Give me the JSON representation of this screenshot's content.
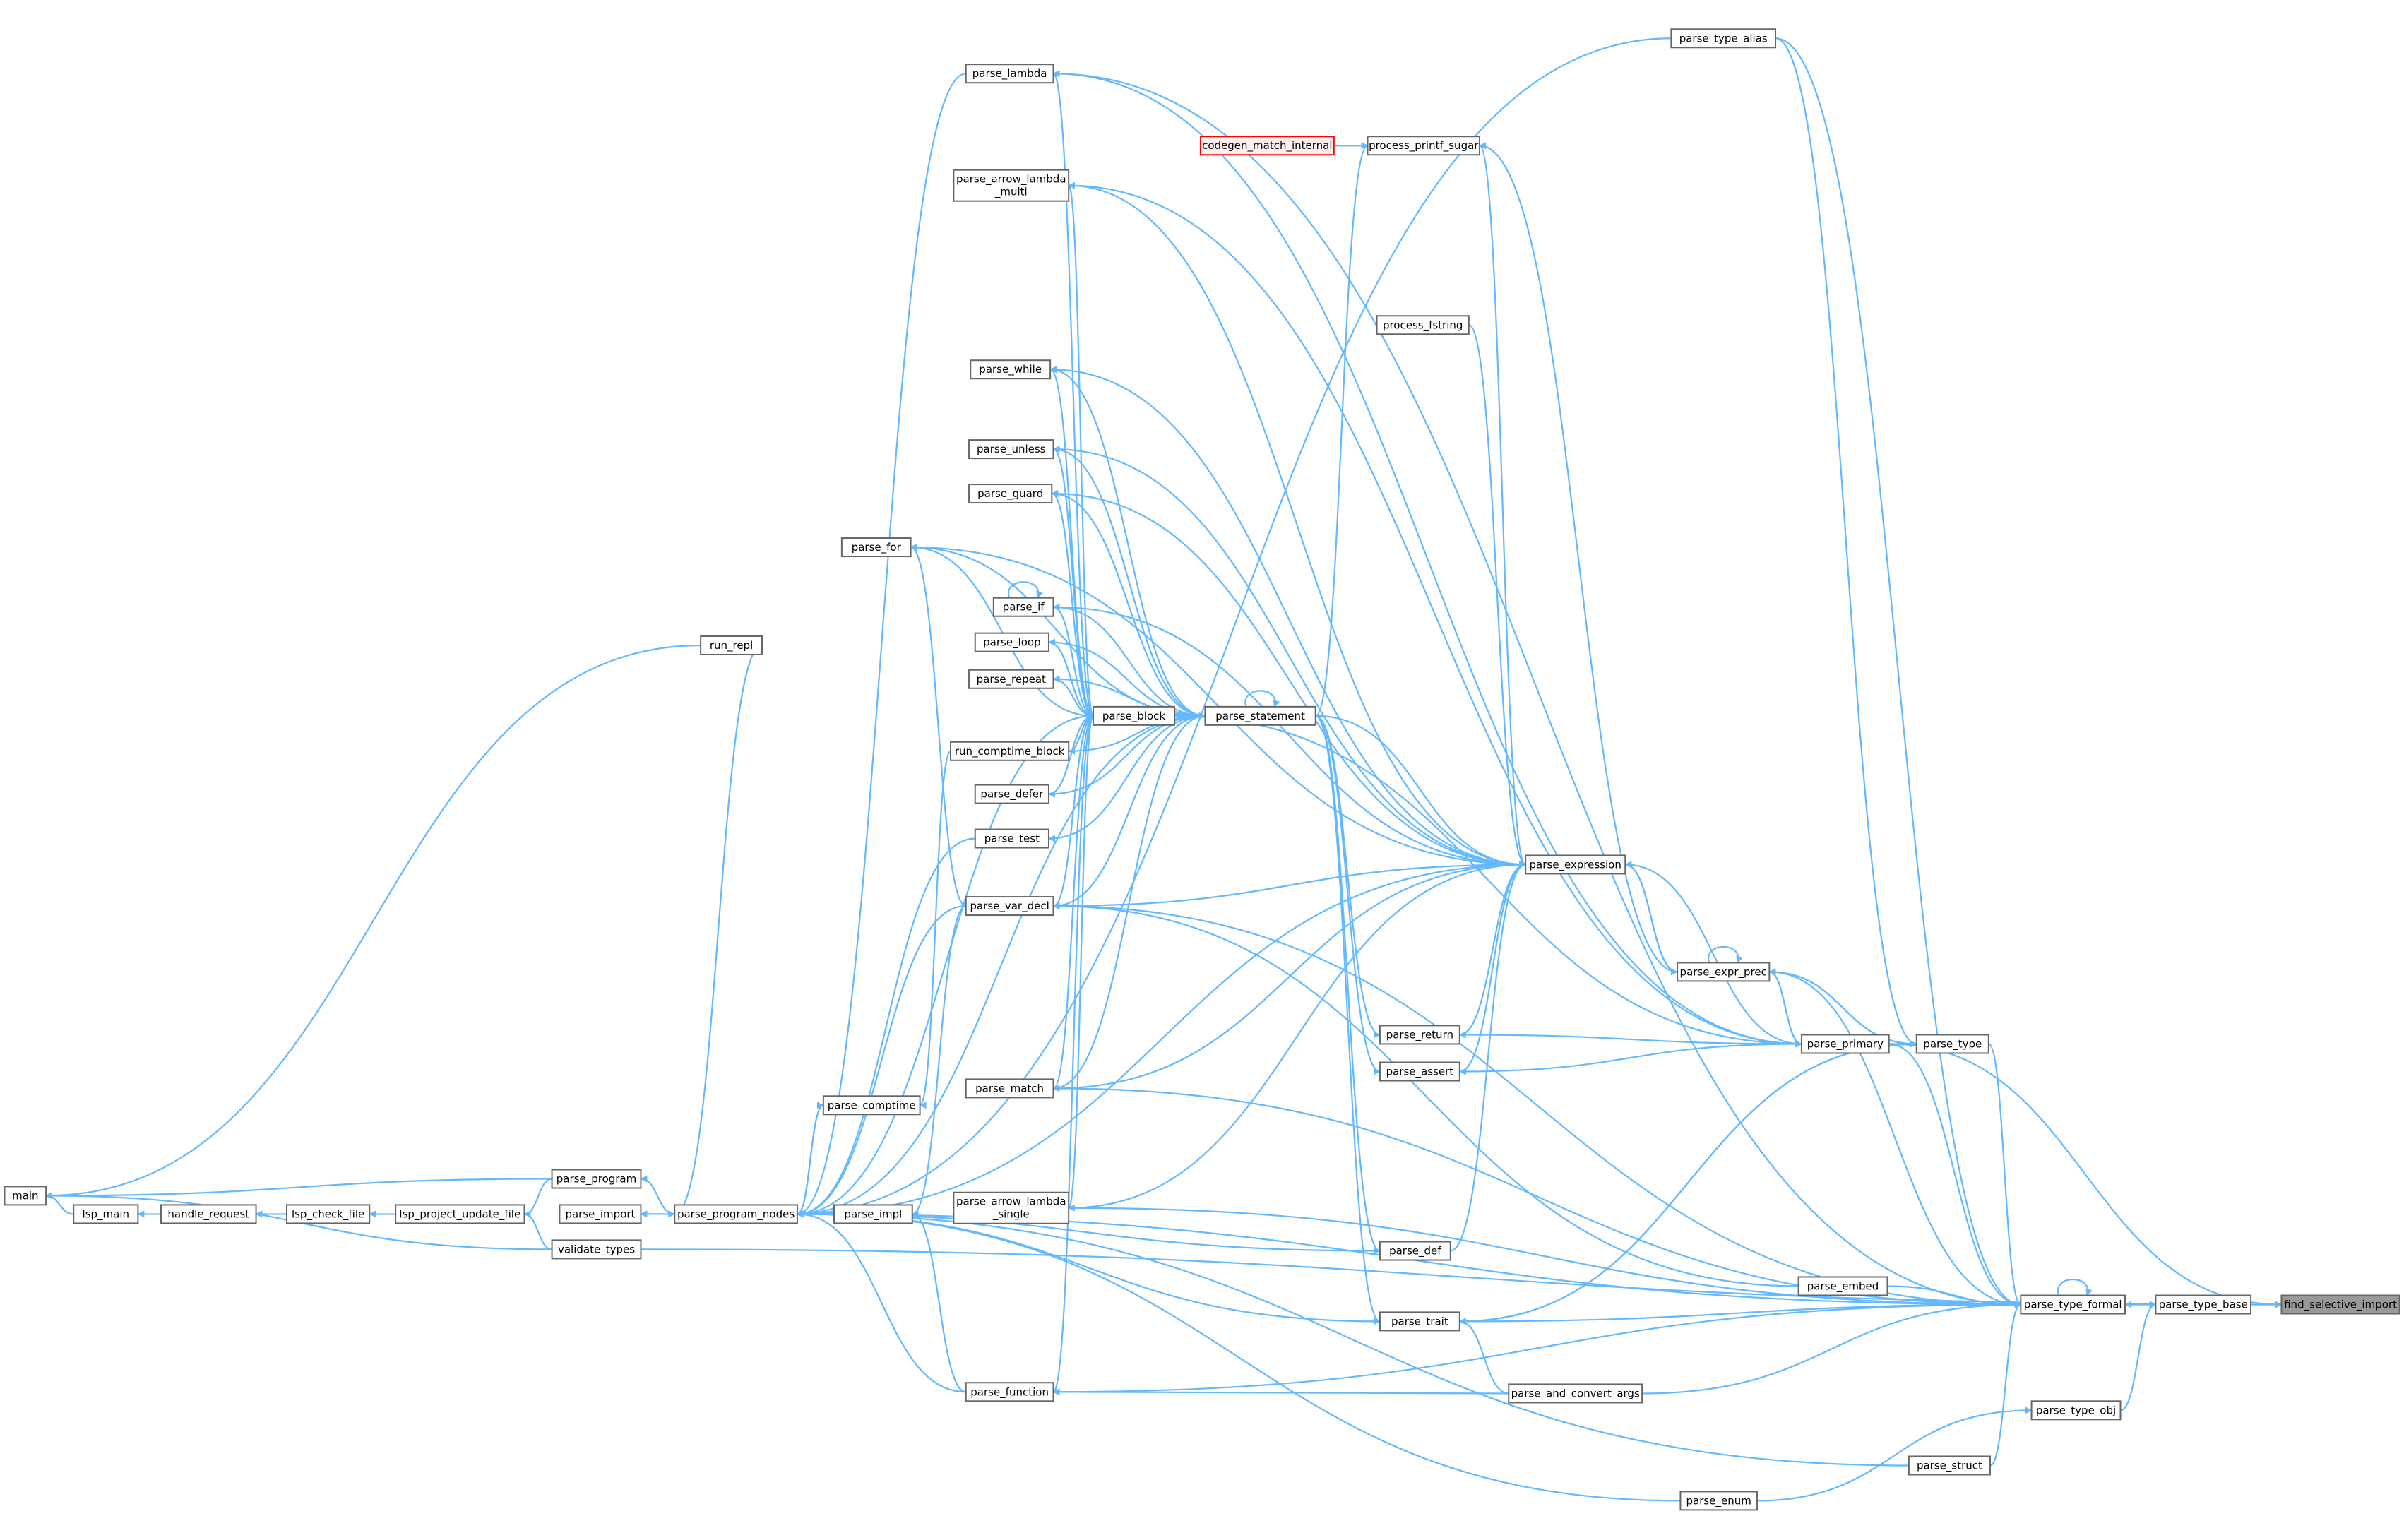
{
  "graph": {
    "title": "Caller graph of find_selective_import",
    "edge_color": "#63b8ff",
    "focus_color": "#999999",
    "nodes": {
      "find_selective_import": "find_selective_import",
      "parse_type_base": "parse_type_base",
      "parse_type_formal": "parse_type_formal",
      "parse_type_obj": "parse_type_obj",
      "parse_struct": "parse_struct",
      "parse_enum": "parse_enum",
      "parse_embed": "parse_embed",
      "parse_and_convert_args": "parse_and_convert_args",
      "parse_primary": "parse_primary",
      "parse_type": "parse_type",
      "parse_expr_prec": "parse_expr_prec",
      "parse_expression": "parse_expression",
      "parse_return": "parse_return",
      "parse_assert": "parse_assert",
      "parse_def": "parse_def",
      "parse_trait": "parse_trait",
      "parse_statement": "parse_statement",
      "parse_block": "parse_block",
      "process_printf_sugar": "process_printf_sugar",
      "codegen_match_internal": "codegen_match_internal",
      "process_fstring": "process_fstring",
      "parse_type_alias": "parse_type_alias",
      "parse_lambda": "parse_lambda",
      "parse_arrow_lambda_multi": "parse_arrow_lambda\n_multi",
      "parse_while": "parse_while",
      "parse_unless": "parse_unless",
      "parse_guard": "parse_guard",
      "parse_for": "parse_for",
      "parse_if": "parse_if",
      "parse_loop": "parse_loop",
      "parse_repeat": "parse_repeat",
      "run_comptime_block": "run_comptime_block",
      "parse_defer": "parse_defer",
      "parse_test": "parse_test",
      "parse_var_decl": "parse_var_decl",
      "parse_match": "parse_match",
      "parse_arrow_lambda_single": "parse_arrow_lambda\n_single",
      "parse_function": "parse_function",
      "parse_comptime": "parse_comptime",
      "parse_impl": "parse_impl",
      "parse_program_nodes": "parse_program_nodes",
      "parse_import": "parse_import",
      "parse_program": "parse_program",
      "validate_types": "validate_types",
      "run_repl": "run_repl",
      "lsp_project_update_file": "lsp_project_update_file",
      "lsp_check_file": "lsp_check_file",
      "handle_request": "handle_request",
      "lsp_main": "lsp_main",
      "main": "main"
    },
    "edges": [
      [
        "parse_type_base",
        "find_selective_import"
      ],
      [
        "parse_primary",
        "find_selective_import"
      ],
      [
        "validate_types",
        "find_selective_import"
      ],
      [
        "parse_type_formal",
        "parse_type_base"
      ],
      [
        "parse_type_base",
        "parse_type_formal"
      ],
      [
        "parse_type_obj",
        "parse_type_base"
      ],
      [
        "parse_type_formal",
        "parse_type_formal"
      ],
      [
        "parse_embed",
        "parse_type_formal"
      ],
      [
        "parse_type",
        "parse_type_formal"
      ],
      [
        "parse_primary",
        "parse_type_formal"
      ],
      [
        "parse_expr_prec",
        "parse_type_formal"
      ],
      [
        "parse_struct",
        "parse_type_formal"
      ],
      [
        "parse_and_convert_args",
        "parse_type_formal"
      ],
      [
        "parse_function",
        "parse_type_formal"
      ],
      [
        "parse_var_decl",
        "parse_type_formal"
      ],
      [
        "parse_match",
        "parse_type_formal"
      ],
      [
        "parse_program_nodes",
        "parse_type_formal"
      ],
      [
        "parse_arrow_lambda_single",
        "parse_type_formal"
      ],
      [
        "parse_type_alias",
        "parse_type_formal"
      ],
      [
        "parse_lambda",
        "parse_type_formal"
      ],
      [
        "parse_trait",
        "parse_type_formal"
      ],
      [
        "parse_enum",
        "parse_type_obj"
      ],
      [
        "parse_primary",
        "parse_type"
      ],
      [
        "parse_expr_prec",
        "parse_type"
      ],
      [
        "parse_type",
        "parse_expr_prec"
      ],
      [
        "parse_trait",
        "parse_type"
      ],
      [
        "parse_type_alias",
        "parse_type"
      ],
      [
        "parse_expr_prec",
        "parse_primary"
      ],
      [
        "parse_primary",
        "parse_expr_prec"
      ],
      [
        "parse_expression",
        "parse_expr_prec"
      ],
      [
        "parse_expr_prec",
        "parse_expression"
      ],
      [
        "parse_expr_prec",
        "parse_expr_prec"
      ],
      [
        "parse_primary",
        "parse_expression"
      ],
      [
        "parse_primary",
        "parse_return"
      ],
      [
        "parse_primary",
        "parse_assert"
      ],
      [
        "parse_primary",
        "parse_block"
      ],
      [
        "parse_primary",
        "parse_lambda"
      ],
      [
        "parse_primary",
        "parse_arrow_lambda_multi"
      ],
      [
        "parse_expr_prec",
        "process_printf_sugar"
      ],
      [
        "parse_expression",
        "process_printf_sugar"
      ],
      [
        "parse_statement",
        "process_printf_sugar"
      ],
      [
        "codegen_match_internal",
        "process_printf_sugar"
      ],
      [
        "process_fstring",
        "parse_expression"
      ],
      [
        "parse_return",
        "parse_expression"
      ],
      [
        "parse_assert",
        "parse_expression"
      ],
      [
        "parse_def",
        "parse_expression"
      ],
      [
        "parse_statement",
        "parse_expression"
      ],
      [
        "parse_match",
        "parse_expression"
      ],
      [
        "parse_var_decl",
        "parse_expression"
      ],
      [
        "parse_guard",
        "parse_expression"
      ],
      [
        "parse_if",
        "parse_expression"
      ],
      [
        "parse_while",
        "parse_expression"
      ],
      [
        "parse_unless",
        "parse_expression"
      ],
      [
        "parse_for",
        "parse_expression"
      ],
      [
        "parse_program_nodes",
        "parse_expression"
      ],
      [
        "parse_arrow_lambda_single",
        "parse_expression"
      ],
      [
        "parse_arrow_lambda_multi",
        "parse_expression"
      ],
      [
        "parse_statement",
        "parse_block"
      ],
      [
        "parse_block",
        "parse_statement"
      ],
      [
        "parse_statement",
        "parse_statement"
      ],
      [
        "parse_statement",
        "parse_while"
      ],
      [
        "parse_statement",
        "parse_unless"
      ],
      [
        "parse_statement",
        "parse_guard"
      ],
      [
        "parse_statement",
        "parse_for"
      ],
      [
        "parse_statement",
        "parse_if"
      ],
      [
        "parse_statement",
        "parse_loop"
      ],
      [
        "parse_statement",
        "parse_repeat"
      ],
      [
        "parse_statement",
        "run_comptime_block"
      ],
      [
        "parse_statement",
        "parse_defer"
      ],
      [
        "parse_statement",
        "parse_test"
      ],
      [
        "parse_statement",
        "parse_var_decl"
      ],
      [
        "parse_statement",
        "parse_match"
      ],
      [
        "parse_statement",
        "parse_return"
      ],
      [
        "parse_statement",
        "parse_assert"
      ],
      [
        "parse_statement",
        "parse_def"
      ],
      [
        "parse_statement",
        "parse_trait"
      ],
      [
        "parse_statement",
        "parse_program_nodes"
      ],
      [
        "parse_block",
        "parse_while"
      ],
      [
        "parse_block",
        "parse_unless"
      ],
      [
        "parse_block",
        "parse_guard"
      ],
      [
        "parse_block",
        "parse_for"
      ],
      [
        "parse_block",
        "parse_if"
      ],
      [
        "parse_block",
        "parse_loop"
      ],
      [
        "parse_block",
        "parse_repeat"
      ],
      [
        "parse_block",
        "run_comptime_block"
      ],
      [
        "parse_block",
        "parse_defer"
      ],
      [
        "parse_block",
        "parse_var_decl"
      ],
      [
        "parse_block",
        "parse_match"
      ],
      [
        "parse_block",
        "parse_lambda"
      ],
      [
        "parse_block",
        "parse_arrow_lambda_multi"
      ],
      [
        "parse_block",
        "parse_arrow_lambda_single"
      ],
      [
        "parse_block",
        "parse_function"
      ],
      [
        "parse_block",
        "parse_program_nodes"
      ],
      [
        "parse_if",
        "parse_if"
      ],
      [
        "parse_var_decl",
        "parse_for"
      ],
      [
        "parse_var_decl",
        "parse_impl"
      ],
      [
        "parse_var_decl",
        "parse_program_nodes"
      ],
      [
        "run_comptime_block",
        "parse_comptime"
      ],
      [
        "parse_test",
        "parse_program_nodes"
      ],
      [
        "parse_comptime",
        "parse_program_nodes"
      ],
      [
        "parse_program_nodes",
        "parse_comptime"
      ],
      [
        "parse_impl",
        "parse_program_nodes"
      ],
      [
        "parse_def",
        "parse_program_nodes"
      ],
      [
        "parse_trait",
        "parse_program_nodes"
      ],
      [
        "parse_function",
        "parse_program_nodes"
      ],
      [
        "parse_function",
        "parse_impl"
      ],
      [
        "parse_and_convert_args",
        "parse_function"
      ],
      [
        "parse_and_convert_args",
        "parse_trait"
      ],
      [
        "parse_struct",
        "parse_program_nodes"
      ],
      [
        "parse_enum",
        "parse_program_nodes"
      ],
      [
        "parse_type_alias",
        "parse_program_nodes"
      ],
      [
        "parse_lambda",
        "parse_program_nodes"
      ],
      [
        "parse_program_nodes",
        "parse_import"
      ],
      [
        "parse_import",
        "parse_program_nodes"
      ],
      [
        "parse_program_nodes",
        "parse_program"
      ],
      [
        "parse_program",
        "lsp_project_update_file"
      ],
      [
        "parse_program",
        "main"
      ],
      [
        "parse_program_nodes",
        "run_repl"
      ],
      [
        "run_repl",
        "main"
      ],
      [
        "validate_types",
        "lsp_project_update_file"
      ],
      [
        "validate_types",
        "main"
      ],
      [
        "lsp_project_update_file",
        "lsp_check_file"
      ],
      [
        "lsp_check_file",
        "handle_request"
      ],
      [
        "handle_request",
        "lsp_main"
      ],
      [
        "lsp_main",
        "main"
      ],
      [
        "parse_embed",
        "parse_var_decl"
      ],
      [
        "parse_type",
        "parse_trait"
      ]
    ]
  }
}
